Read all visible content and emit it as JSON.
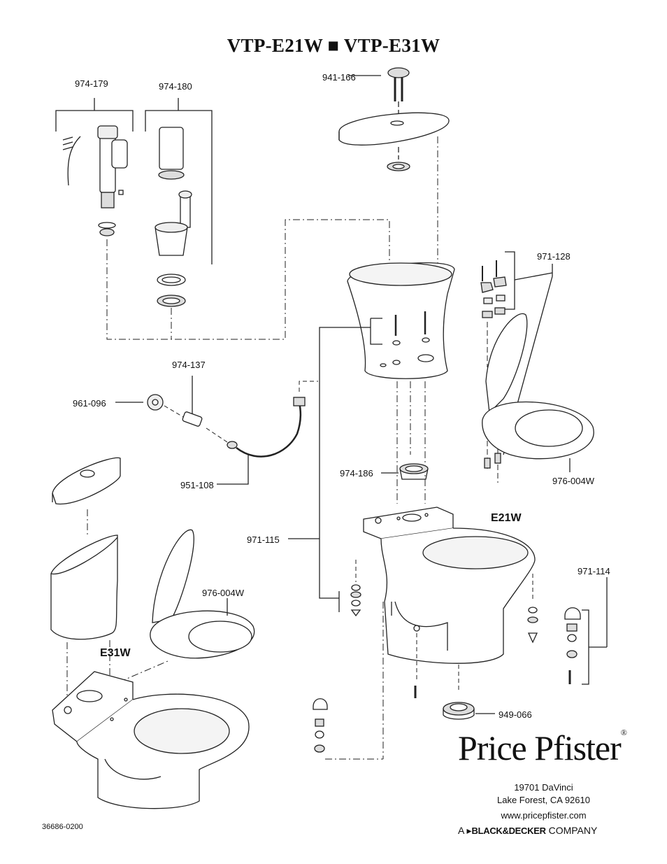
{
  "header": {
    "title": "VTP-E21W ■ VTP-E31W"
  },
  "parts": {
    "p974_179": "974-179",
    "p974_180": "974-180",
    "p941_166": "941-166",
    "p971_128": "971-128",
    "p974_137": "974-137",
    "p961_096": "961-096",
    "p951_108": "951-108",
    "p974_186": "974-186",
    "p976_004w_right": "976-004W",
    "p971_115": "971-115",
    "p971_114": "971-114",
    "p976_004w_left": "976-004W",
    "p949_066": "949-066"
  },
  "models": {
    "e21w": "E21W",
    "e31w": "E31W"
  },
  "footer": {
    "brand": "Price Pfister",
    "brand_reg": "®",
    "address_line1": "19701 DaVinci",
    "address_line2": "Lake Forest, CA 92610",
    "website": "www.pricepfister.com",
    "company_prefix": "A",
    "company_mark": "BLACK&DECKER",
    "company_suffix": "COMPANY",
    "doc_number": "36686-0200"
  },
  "colors": {
    "line": "#222222",
    "fill": "#ffffff",
    "shade": "#e6e6e6"
  }
}
